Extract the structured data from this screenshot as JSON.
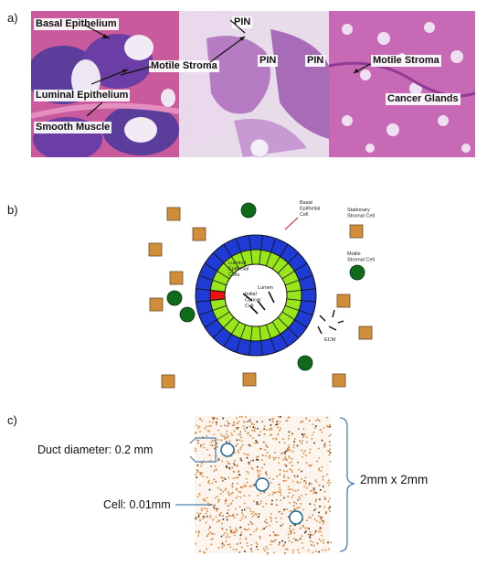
{
  "panel_labels": {
    "a": "a)",
    "b": "b)",
    "c": "c)"
  },
  "panel_a": {
    "image1": {
      "basal": "Basal Epithelium",
      "luminal": "Luminal Epithelium",
      "smooth": "Smooth Muscle"
    },
    "image2": {
      "pin_top": "PIN",
      "pin_left": "PIN",
      "pin_right": "PIN",
      "motile": "Motile Stroma"
    },
    "image3": {
      "motile": "Motile Stroma",
      "cancer": "Cancer Glands"
    }
  },
  "panel_b": {
    "labels": {
      "basal": "Basal\nEpithelial\nCell",
      "stationary": "Stationary\nStromal Cell",
      "motile": "Motile\nStromal Cell",
      "luminal": "Luminal\nEpithelial\nCells",
      "lumen": "Lumen",
      "initial": "Initial\nCancer\nCell",
      "ecm": "ECM"
    },
    "colors": {
      "basal": "#1f3bd6",
      "luminal": "#99e61a",
      "cancer": "#ee1111",
      "stromal_stationary": "#d08d3a",
      "stromal_motile": "#0f6b1a"
    }
  },
  "panel_c": {
    "duct_label": "Duct diameter: 0.2 mm",
    "cell_label": "Cell: 0.01mm",
    "size_label": "2mm x 2mm"
  }
}
